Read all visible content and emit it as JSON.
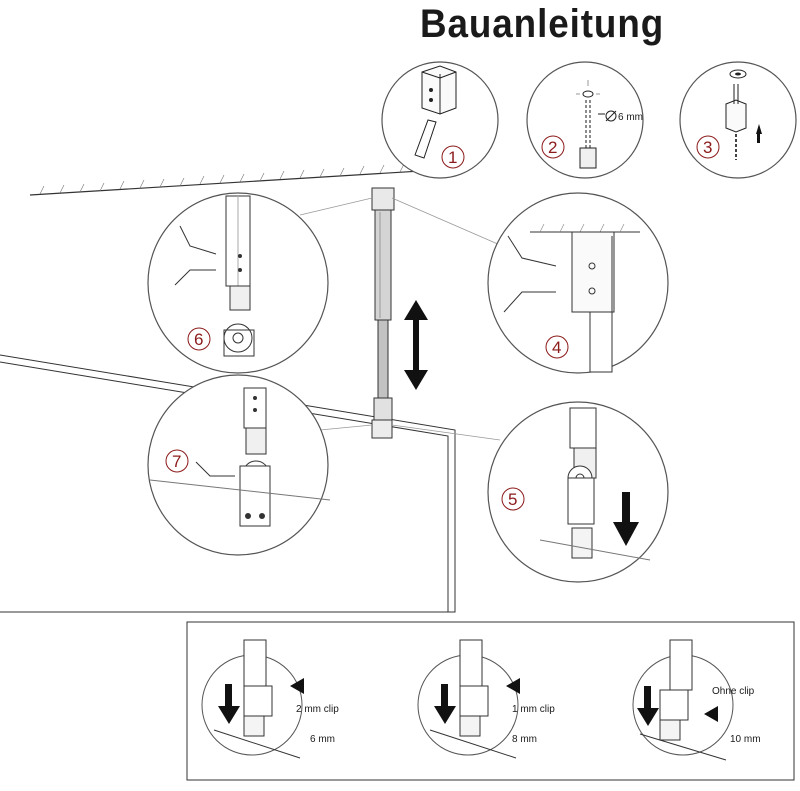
{
  "title": "Bauanleitung",
  "steps": [
    "1",
    "2",
    "3",
    "4",
    "5",
    "6",
    "7"
  ],
  "drill_diameter": "6 mm",
  "clip_panels": [
    {
      "clip": "2 mm clip",
      "glass": "6 mm"
    },
    {
      "clip": "1 mm clip",
      "glass": "8 mm"
    },
    {
      "clip": "Ohne clip",
      "glass": "10 mm"
    }
  ],
  "colors": {
    "step_number": "#8b1a1a",
    "line": "#333333",
    "ring": "#555555"
  }
}
